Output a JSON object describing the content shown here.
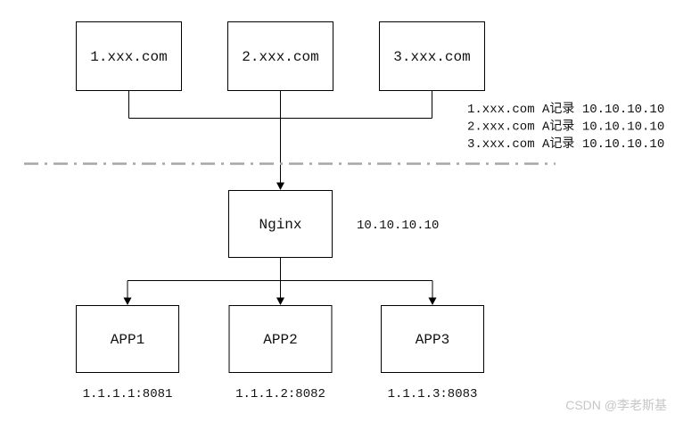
{
  "diagram": {
    "top_nodes": [
      {
        "label": "1.xxx.com"
      },
      {
        "label": "2.xxx.com"
      },
      {
        "label": "3.xxx.com"
      }
    ],
    "dns_records": [
      "1.xxx.com A记录 10.10.10.10",
      "2.xxx.com A记录 10.10.10.10",
      "3.xxx.com A记录 10.10.10.10"
    ],
    "proxy_node": {
      "label": "Nginx",
      "ip": "10.10.10.10"
    },
    "app_nodes": [
      {
        "label": "APP1",
        "address": "1.1.1.1:8081"
      },
      {
        "label": "APP2",
        "address": "1.1.1.2:8082"
      },
      {
        "label": "APP3",
        "address": "1.1.1.3:8083"
      }
    ],
    "watermark": "CSDN @李老斯基",
    "colors": {
      "line": "#000000",
      "divider": "#a6a6a6",
      "watermark": "#c6c6c6",
      "background": "#ffffff"
    }
  }
}
